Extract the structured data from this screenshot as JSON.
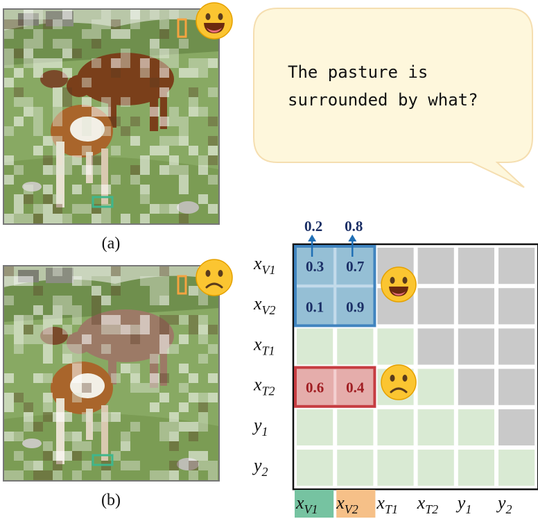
{
  "question": "The pasture is\nsurrounded by what?",
  "captions": {
    "a": "(a)",
    "b": "(b)"
  },
  "emojis": {
    "photo_a": "smiling-face-icon",
    "photo_b": "frowning-face-icon",
    "matrix_good": "smiling-face-icon",
    "matrix_bad": "frowning-face-icon"
  },
  "colors": {
    "visual_box": "#1f6fb5",
    "text_box": "#c0272d",
    "masked": "#c9c9c9",
    "allowed": "#d9ead3",
    "xv1_label_bg": "#76c3a1",
    "xv2_label_bg": "#f6c088",
    "bubble_fill": "#fef7dc",
    "bubble_stroke": "#f5deb0",
    "small_box_orange": "#f5a340",
    "small_box_green": "#3fb68c"
  },
  "matrix": {
    "row_labels": [
      [
        "x",
        "V1"
      ],
      [
        "x",
        "V2"
      ],
      [
        "x",
        "T1"
      ],
      [
        "x",
        "T2"
      ],
      [
        "y",
        "1"
      ],
      [
        "y",
        "2"
      ]
    ],
    "col_labels": [
      [
        "x",
        "V1"
      ],
      [
        "x",
        "V2"
      ],
      [
        "x",
        "T1"
      ],
      [
        "x",
        "T2"
      ],
      [
        "y",
        "1"
      ],
      [
        "y",
        "2"
      ]
    ],
    "visual_block_values": [
      [
        "0.3",
        "0.7"
      ],
      [
        "0.1",
        "0.9"
      ]
    ],
    "text_row_values": [
      "0.6",
      "0.4"
    ],
    "top_values": [
      "0.2",
      "0.8"
    ],
    "causal_mask": "lower-triangular"
  }
}
